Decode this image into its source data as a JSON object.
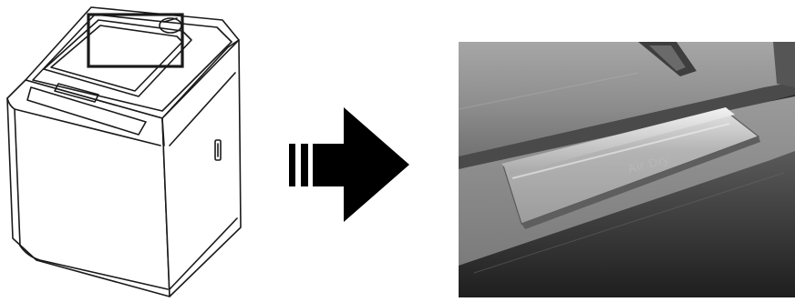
{
  "diagram": {
    "left_panel": {
      "icon": "top-load-washing-machine-line-drawing",
      "highlight_box": "detail-callout-rectangle"
    },
    "arrow": {
      "icon": "striped-arrow-right"
    },
    "right_panel": {
      "icon": "air-dry-button-photo",
      "button_label": "Air  Dry"
    },
    "colors": {
      "line": "#1a1a1a",
      "arrow": "#000000",
      "photo_dark": "#2a2a2a",
      "photo_panel": "#8a8a8a",
      "photo_highlight": "#d0d0d0"
    }
  }
}
